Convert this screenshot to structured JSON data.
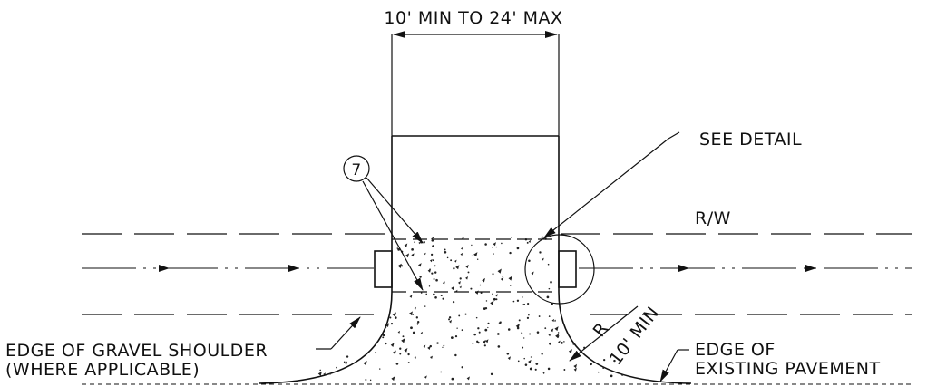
{
  "labels": {
    "width_dimension": "10' MIN TO 24' MAX",
    "see_detail": "SEE DETAIL",
    "right_of_way": "R/W",
    "callout_number": "7",
    "radius_r": "R",
    "radius_value": "10' MIN",
    "gravel_shoulder_line1": "EDGE OF GRAVEL SHOULDER",
    "gravel_shoulder_line2": "(WHERE APPLICABLE)",
    "pavement_line1": "EDGE OF",
    "pavement_line2": "EXISTING PAVEMENT"
  }
}
